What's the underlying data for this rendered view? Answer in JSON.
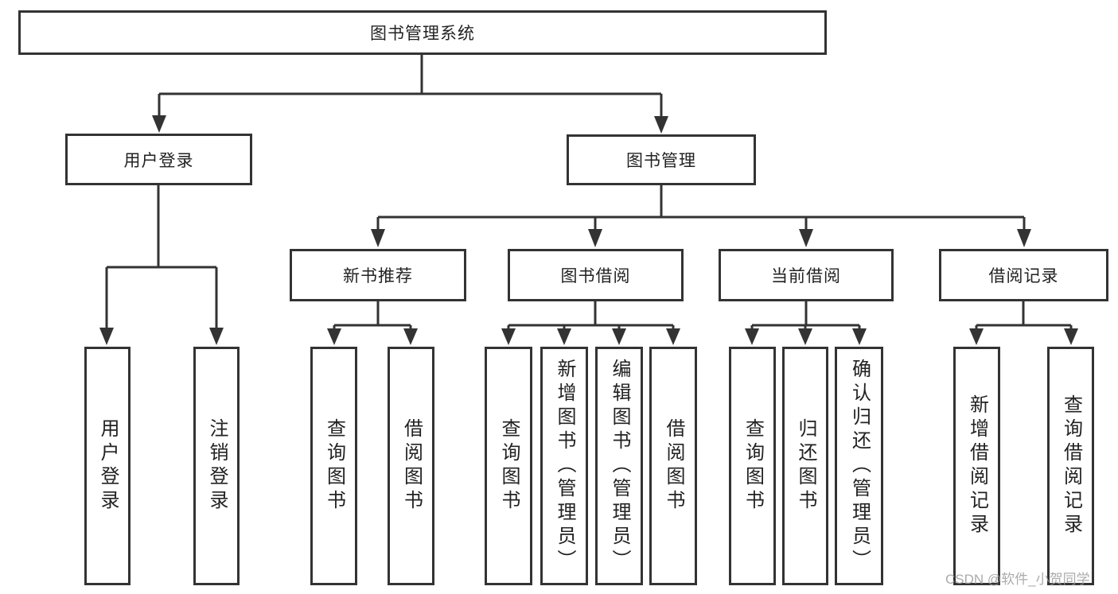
{
  "diagram": {
    "root": {
      "label": "图书管理系统"
    },
    "level2": [
      {
        "id": "user-login",
        "label": "用户登录"
      },
      {
        "id": "book-management",
        "label": "图书管理"
      }
    ],
    "level3": [
      {
        "id": "new-book-recommend",
        "label": "新书推荐",
        "parent": "book-management"
      },
      {
        "id": "book-borrowing",
        "label": "图书借阅",
        "parent": "book-management"
      },
      {
        "id": "current-borrowing",
        "label": "当前借阅",
        "parent": "book-management"
      },
      {
        "id": "borrow-records",
        "label": "借阅记录",
        "parent": "book-management"
      }
    ],
    "leaves": [
      {
        "id": "user-login-leaf",
        "label": "用户登录",
        "parent": "user-login"
      },
      {
        "id": "logout-leaf",
        "label": "注销登录",
        "parent": "user-login"
      },
      {
        "id": "query-books-recommend",
        "label": "查询图书",
        "parent": "new-book-recommend"
      },
      {
        "id": "borrow-books-recommend",
        "label": "借阅图书",
        "parent": "new-book-recommend"
      },
      {
        "id": "query-books-borrowing",
        "label": "查询图书",
        "parent": "book-borrowing"
      },
      {
        "id": "add-books-admin",
        "label": "新增图书（管理员）",
        "parent": "book-borrowing"
      },
      {
        "id": "edit-books-admin",
        "label": "编辑图书（管理员）",
        "parent": "book-borrowing"
      },
      {
        "id": "borrow-books",
        "label": "借阅图书",
        "parent": "book-borrowing"
      },
      {
        "id": "query-books-current",
        "label": "查询图书",
        "parent": "current-borrowing"
      },
      {
        "id": "return-books",
        "label": "归还图书",
        "parent": "current-borrowing"
      },
      {
        "id": "confirm-return-admin",
        "label": "确认归还（管理员）",
        "parent": "current-borrowing"
      },
      {
        "id": "add-borrow-record",
        "label": "新增借阅记录",
        "parent": "borrow-records"
      },
      {
        "id": "query-borrow-record",
        "label": "查询借阅记录",
        "parent": "borrow-records"
      }
    ],
    "colors": {
      "line": "#333333",
      "text": "#222222",
      "watermark_text_color": "#9d9d9d",
      "background": "#ffffff"
    }
  },
  "watermark": "CSDN @软件_小贺同学"
}
